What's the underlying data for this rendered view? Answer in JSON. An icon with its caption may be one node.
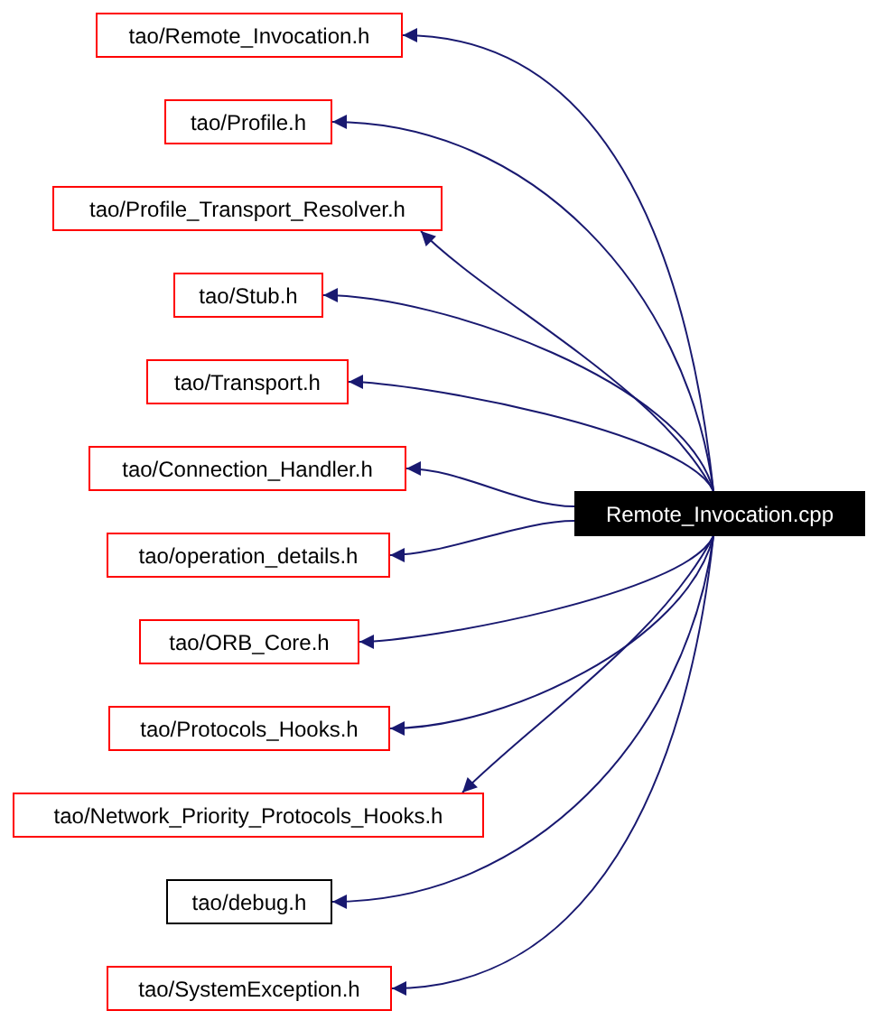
{
  "diagram": {
    "nodes": [
      {
        "text": [
          "tao/Remote_Invocation.h"
        ]
      },
      {
        "text": [
          "tao/Profile.h"
        ]
      },
      {
        "text": [
          "tao/Profile_Transport_Resolver.h"
        ]
      },
      {
        "text": [
          "tao/Stub.h"
        ]
      },
      {
        "text": [
          "tao/Transport.h"
        ]
      },
      {
        "text": [
          "tao/Connection_Handler.h"
        ]
      },
      {
        "text": [
          "tao/operation_details.h"
        ]
      },
      {
        "text": [
          "tao/ORB_Core.h"
        ]
      },
      {
        "text": [
          "tao/Protocols_Hooks.h"
        ]
      },
      {
        "text": [
          "tao/Network_Priority_Protocols_Hooks.h"
        ]
      },
      {
        "text": [
          "tao/debug.h"
        ]
      },
      {
        "text": [
          "tao/SystemException.h"
        ]
      },
      {
        "text": [
          "Remote_Invocation.cpp"
        ]
      }
    ],
    "edges": [
      {
        "from": 12,
        "to": 0,
        "arrow": "to"
      },
      {
        "from": 12,
        "to": 1,
        "arrow": "to"
      },
      {
        "from": 12,
        "to": 2,
        "arrow": "to"
      },
      {
        "from": 12,
        "to": 3,
        "arrow": "to"
      },
      {
        "from": 12,
        "to": 4,
        "arrow": "to"
      },
      {
        "from": 12,
        "to": 5,
        "arrow": "to"
      },
      {
        "from": 12,
        "to": 6,
        "arrow": "to"
      },
      {
        "from": 12,
        "to": 7,
        "arrow": "to"
      },
      {
        "from": 12,
        "to": 8,
        "arrow": "to"
      },
      {
        "from": 12,
        "to": 9,
        "arrow": "to"
      },
      {
        "from": 12,
        "to": 10,
        "arrow": "to"
      },
      {
        "from": 12,
        "to": 11,
        "arrow": "to"
      }
    ]
  }
}
